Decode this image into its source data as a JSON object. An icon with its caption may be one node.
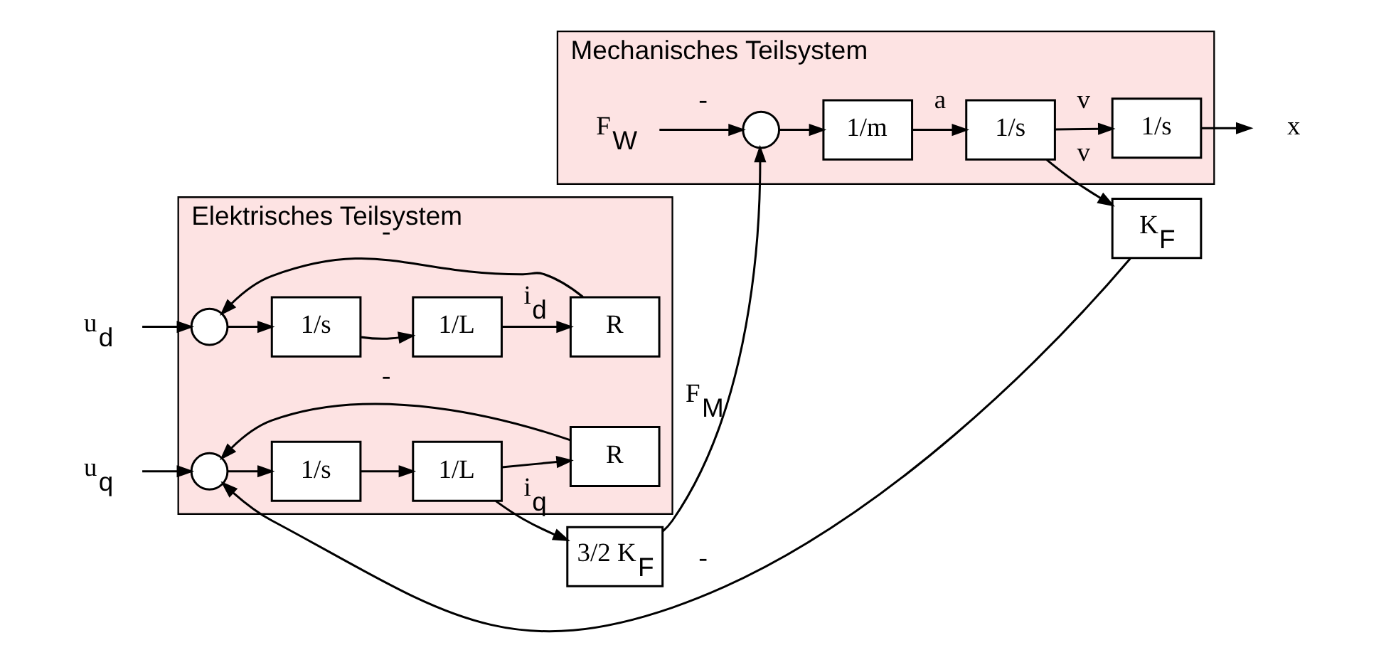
{
  "diagram": {
    "nodes": [
      {
        "text": [
          "Elektrisches Teilsystem"
        ]
      },
      {
        "text": [
          "u$_{d}$"
        ]
      },
      {
        "text": [],
        "shape": "circle",
        "in": 0
      },
      {
        "text": [
          "1/s"
        ],
        "in": 0
      },
      {
        "text": [
          "1/L"
        ],
        "in": 0
      },
      {
        "text": [
          "R"
        ],
        "in": 0
      },
      {
        "text": [
          "u$_{q}$"
        ]
      },
      {
        "text": [],
        "shape": "circle",
        "in": 0
      },
      {
        "text": [
          "1/s"
        ],
        "in": 0
      },
      {
        "text": [
          "1/L"
        ],
        "in": 0
      },
      {
        "text": [
          "R"
        ],
        "in": 0
      },
      {
        "text": [
          "3/2 K$_{F}$"
        ]
      },
      {
        "text": [
          "Mechanisches Teilsystem"
        ]
      },
      {
        "text": [
          "F$_{W}$"
        ],
        "in": 12
      },
      {
        "text": [],
        "shape": "circle",
        "in": 12
      },
      {
        "text": [
          "1/m"
        ],
        "in": 12
      },
      {
        "text": [
          "1/s"
        ],
        "in": 12
      },
      {
        "text": [
          "1/s"
        ],
        "in": 12
      },
      {
        "text": [
          "x"
        ]
      },
      {
        "text": [
          "K$_{F}$"
        ]
      }
    ],
    "edges": [
      {
        "from": 1,
        "to": 2,
        "arrow": "to"
      },
      {
        "from": 2,
        "to": 3,
        "arrow": "to"
      },
      {
        "from": 3,
        "to": 4,
        "arrow": "to"
      },
      {
        "from": 4,
        "to": 5,
        "arrow": "to",
        "label": "i$_{d}$"
      },
      {
        "from": 5,
        "to": 2,
        "arrow": "to",
        "label": "-"
      },
      {
        "from": 6,
        "to": 7,
        "arrow": "to"
      },
      {
        "from": 7,
        "to": 8,
        "arrow": "to"
      },
      {
        "from": 8,
        "to": 9,
        "arrow": "to"
      },
      {
        "from": 9,
        "to": 10,
        "arrow": "to"
      },
      {
        "from": 10,
        "to": 7,
        "arrow": "to",
        "label": "-"
      },
      {
        "from": 9,
        "to": 11,
        "arrow": "to",
        "label": "i$_{q}$"
      },
      {
        "from": 11,
        "to": 14,
        "arrow": "to",
        "label": "F$_{M}$"
      },
      {
        "from": 13,
        "to": 14,
        "arrow": "to",
        "label": "-"
      },
      {
        "from": 14,
        "to": 15,
        "arrow": "to"
      },
      {
        "from": 15,
        "to": 16,
        "arrow": "to",
        "label": "a"
      },
      {
        "from": 16,
        "to": 17,
        "arrow": "to",
        "label": "v"
      },
      {
        "from": 17,
        "to": 18,
        "arrow": "to"
      },
      {
        "from": 16,
        "to": 19,
        "arrow": "to",
        "label": "v"
      },
      {
        "from": 19,
        "to": 7,
        "arrow": "to",
        "label": "-"
      }
    ]
  }
}
